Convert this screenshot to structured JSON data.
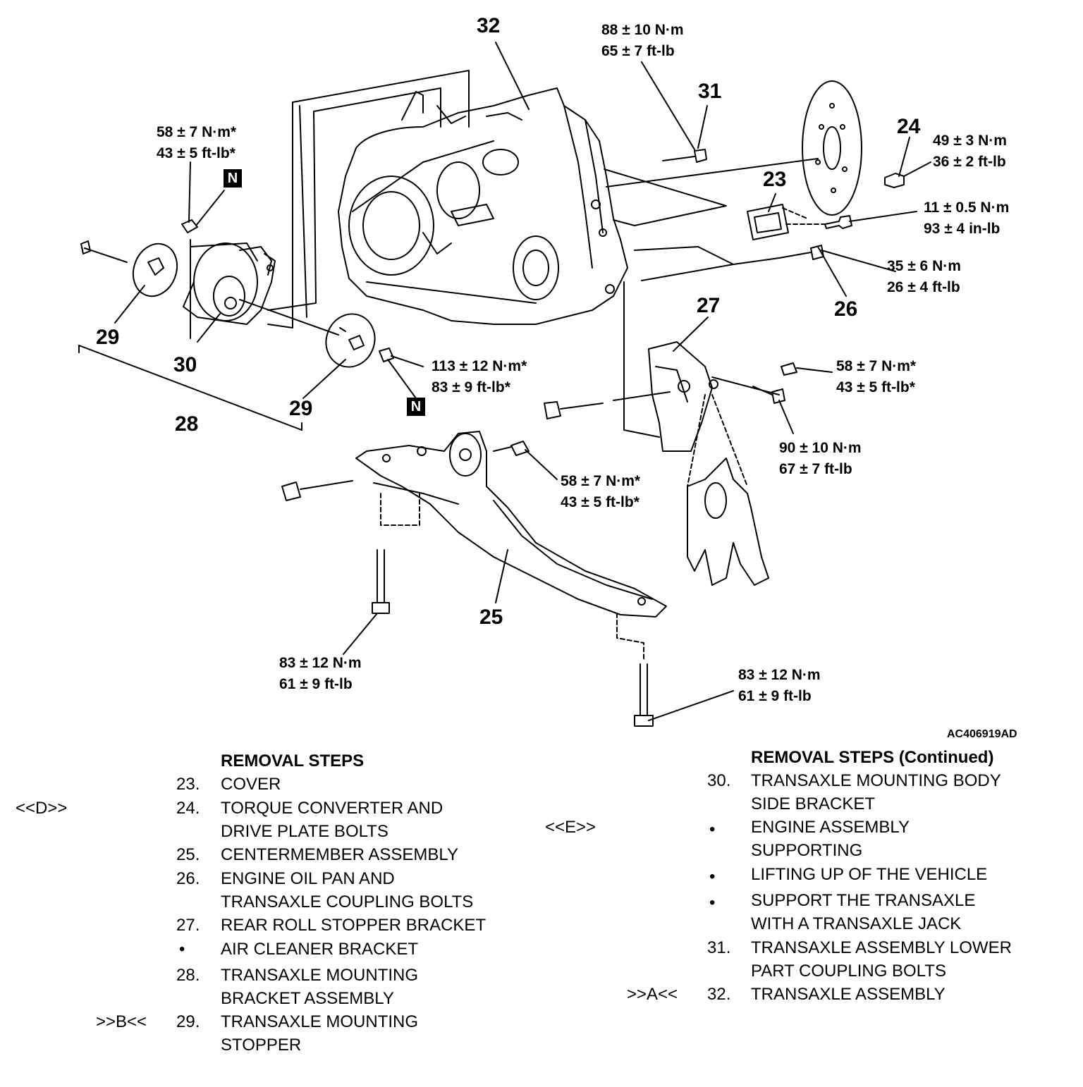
{
  "callouts": {
    "c32": "32",
    "c31": "31",
    "c24": "24",
    "c23": "23",
    "c26": "26",
    "c27": "27",
    "c29a": "29",
    "c30": "30",
    "c28": "28",
    "c29b": "29",
    "c25": "25"
  },
  "torques": {
    "t32_1": "88 ± 10 N·m",
    "t32_2": "65 ± 7 ft-lb",
    "tN1_1": "58 ± 7 N·m*",
    "tN1_2": "43 ± 5 ft-lb*",
    "t24_1": "49 ± 3 N·m",
    "t24_2": "36 ± 2 ft-lb",
    "t23_1": "11 ± 0.5 N·m",
    "t23_2": "93 ± 4 in-lb",
    "t26_1": "35 ± 6 N·m",
    "t26_2": "26 ± 4 ft-lb",
    "t27_1": "58 ± 7 N·m*",
    "t27_2": "43 ± 5 ft-lb*",
    "t29_1": "113 ± 12 N·m*",
    "t29_2": "83 ± 9 ft-lb*",
    "t25_1": "58 ± 7 N·m*",
    "t25_2": "43 ± 5 ft-lb*",
    "t27b_1": "90 ± 10 N·m",
    "t27b_2": "67 ± 7 ft-lb",
    "tcm1_1": "83 ± 12 N·m",
    "tcm1_2": "61 ± 9 ft-lb",
    "tcm2_1": "83 ± 12 N·m",
    "tcm2_2": "61 ± 9 ft-lb"
  },
  "badges": {
    "n1": "N",
    "n2": "N"
  },
  "figure_ref": "AC406919AD",
  "left_steps": {
    "heading": "REMOVAL STEPS",
    "items": [
      {
        "marker": "",
        "num": "23.",
        "lines": [
          "COVER"
        ]
      },
      {
        "marker": "<<D>>",
        "num": "24.",
        "lines": [
          "TORQUE CONVERTER AND",
          "DRIVE PLATE BOLTS"
        ]
      },
      {
        "marker": "",
        "num": "25.",
        "lines": [
          "CENTERMEMBER ASSEMBLY"
        ]
      },
      {
        "marker": "",
        "num": "26.",
        "lines": [
          "ENGINE OIL PAN AND",
          "TRANSAXLE  COUPLING BOLTS"
        ]
      },
      {
        "marker": "",
        "num": "27.",
        "lines": [
          "REAR ROLL STOPPER BRACKET"
        ]
      },
      {
        "marker": "",
        "num": "•",
        "lines": [
          "AIR CLEANER BRACKET"
        ]
      },
      {
        "marker": "",
        "num": "28.",
        "lines": [
          "TRANSAXLE MOUNTING",
          "BRACKET ASSEMBLY"
        ]
      },
      {
        "marker": ">>B<<",
        "num": "29.",
        "lines": [
          "TRANSAXLE MOUNTING",
          "STOPPER"
        ]
      }
    ]
  },
  "right_steps": {
    "heading": "REMOVAL STEPS (Continued)",
    "items": [
      {
        "marker": "",
        "num": "30.",
        "lines": [
          "TRANSAXLE MOUNTING BODY",
          "SIDE BRACKET"
        ]
      },
      {
        "marker": "<<E>>",
        "num": "•",
        "lines": [
          "ENGINE ASSEMBLY",
          "SUPPORTING"
        ]
      },
      {
        "marker": "",
        "num": "•",
        "lines": [
          "LIFTING UP OF THE VEHICLE"
        ]
      },
      {
        "marker": "",
        "num": "•",
        "lines": [
          "SUPPORT THE TRANSAXLE",
          "WITH A TRANSAXLE JACK"
        ]
      },
      {
        "marker": "",
        "num": "31.",
        "lines": [
          "TRANSAXLE ASSEMBLY LOWER",
          "PART COUPLING BOLTS"
        ]
      },
      {
        "marker": ">>A<<",
        "num": "32.",
        "lines": [
          "TRANSAXLE ASSEMBLY"
        ]
      }
    ]
  }
}
